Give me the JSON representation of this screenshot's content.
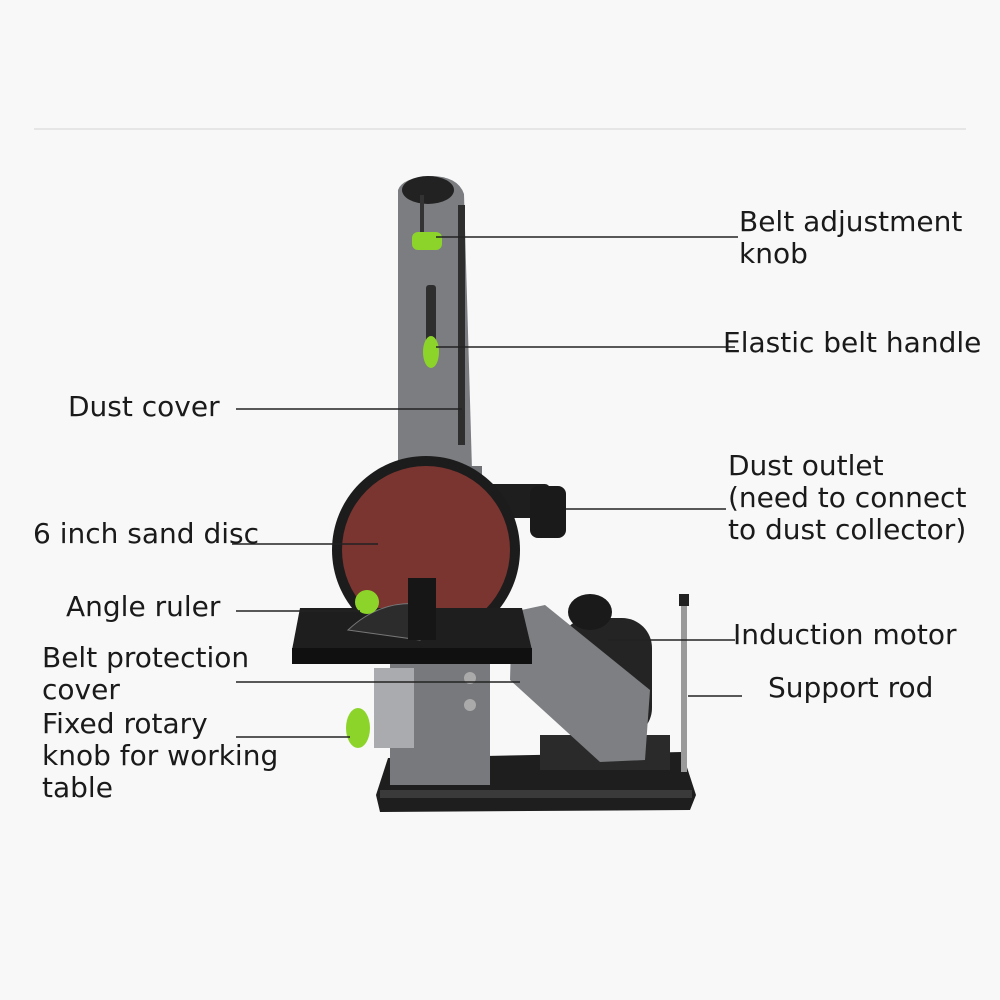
{
  "labels": {
    "belt_adjustment_knob": "Belt adjustment\nknob",
    "elastic_belt_handle": "Elastic belt handle",
    "dust_cover": "Dust cover",
    "dust_outlet": "Dust outlet\n(need to connect\nto dust collector)",
    "sand_disc": "6 inch sand disc",
    "angle_ruler": "Angle ruler",
    "induction_motor": "Induction motor",
    "belt_protection_cover": "Belt protection\ncover",
    "support_rod": "Support rod",
    "fixed_rotary_knob": "Fixed rotary\nknob for working\ntable"
  },
  "colors": {
    "background": "#f8f8f8",
    "machine_gray": "#7d7f82",
    "machine_dark": "#2a2a2a",
    "sand_disc": "#7a3530",
    "accent_green": "#8cd42a",
    "leader_line": "#222222"
  },
  "icons": {
    "knob": "green-knob-icon"
  }
}
